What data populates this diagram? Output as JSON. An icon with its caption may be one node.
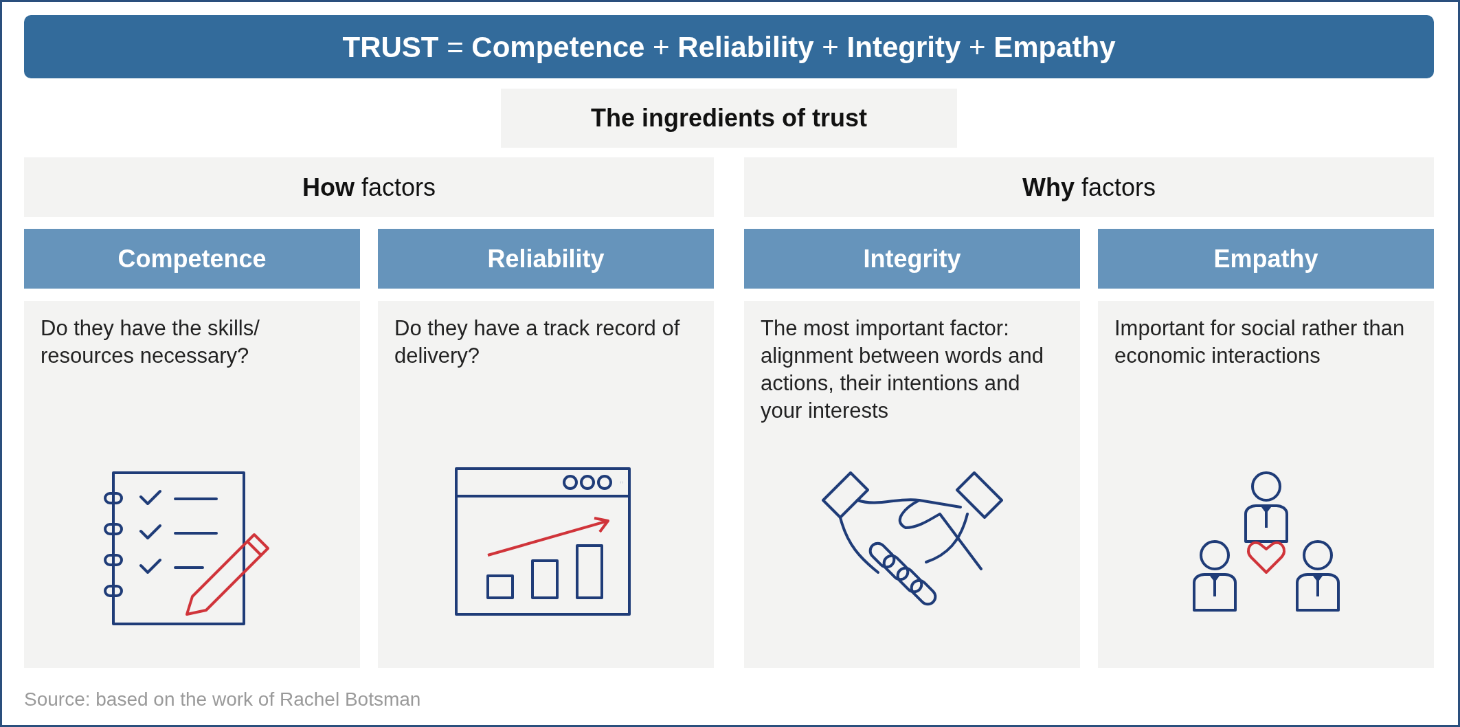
{
  "diagram": {
    "title": "**TRUST** = **Competence** + **Reliability** + **Integrity** + **Empathy**",
    "nodes": [
      {
        "text": [
          "The ingredients of trust"
        ]
      },
      {
        "text": [
          "**How** factors"
        ]
      },
      {
        "text": [
          "**Why** factors"
        ]
      },
      {
        "text": [
          "Competence"
        ]
      },
      {
        "text": [
          "Reliability"
        ]
      },
      {
        "text": [
          "Integrity"
        ]
      },
      {
        "text": [
          "Empathy"
        ]
      },
      {
        "text": [
          "Do they have the skills/ resources necessary?"
        ]
      },
      {
        "text": [
          "Do they have a track record of delivery?"
        ]
      },
      {
        "text": [
          "The most important factor: alignment between words and actions, their intentions and your interests"
        ]
      },
      {
        "text": [
          "Important for social rather than economic interactions"
        ]
      }
    ],
    "labels": [
      "Source: based on the work of Rachel Botsman"
    ]
  }
}
